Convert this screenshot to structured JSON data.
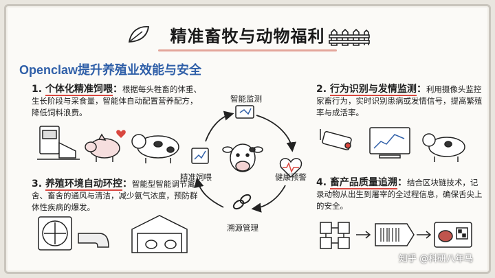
{
  "title": "精准畜牧与动物福利",
  "subtitle": "Openclaw提升养殖业效能与安全",
  "sections": [
    {
      "heading_num": "1. ",
      "heading": "个体化精准饲喂",
      "heading_sep": "：",
      "body": "根据每头牲畜的体重、生长阶段与采食量，智能体自动配置营养配方，降低饲料浪费。"
    },
    {
      "heading_num": "2. ",
      "heading": "行为识别与发情监测",
      "heading_sep": "：",
      "body": "利用摄像头监控家畜行为，实时识别患病或发情信号，提高繁殖率与成活率。"
    },
    {
      "heading_num": "3. ",
      "heading": "养殖环境自动环控",
      "heading_sep": "：",
      "body": "智能型智能调节禽舍、畜舍的通风与清洁，减少氨气浓度，预防群体性疾病的爆发。"
    },
    {
      "heading_num": "4. ",
      "heading": "畜产品质量追溯",
      "heading_sep": "：",
      "body": "结合区块链技术，记录动物从出生到屠宰的全过程信息，确保舌尖上的安全。"
    }
  ],
  "cycle": [
    "智能监测",
    "健康预警",
    "溯源管理",
    "精准饲喂"
  ],
  "watermark": "知乎 @科研八年马",
  "colors": {
    "accent_red": "#d9473f",
    "subtitle_blue": "#2f5fa8",
    "title_underline": "#e3a59a"
  }
}
